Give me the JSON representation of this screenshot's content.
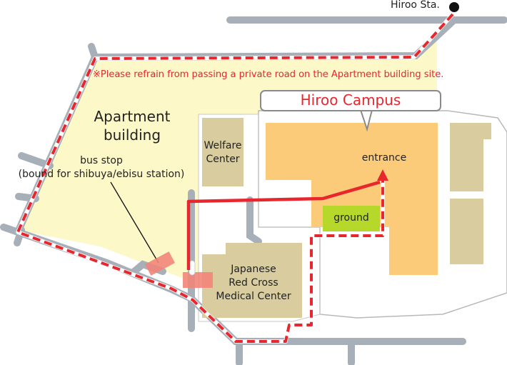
{
  "note": "※Please refrain from passing a private road on the Apartment building site.",
  "labels": {
    "station": "Hiroo Sta.",
    "campus": "Hiroo Campus",
    "apartment_line1": "Apartment",
    "apartment_line2": "building",
    "bus_stop_line1": "bus stop",
    "bus_stop_line2": "(bound for shibuya/ebisu station)",
    "welfare_line1": "Welfare",
    "welfare_line2": "Center",
    "entrance": "entrance",
    "ground": "ground",
    "hospital_line1": "Japanese",
    "hospital_line2": "Red Cross",
    "hospital_line3": "Medical Center"
  },
  "colors": {
    "road": "#a7b0b8",
    "apartment_area": "#fdf8c8",
    "campus_building": "#fccb7a",
    "other_building": "#d9cda0",
    "ground": "#b5d82a",
    "route": "#e8262e",
    "bus_stop": "#f2857a"
  }
}
